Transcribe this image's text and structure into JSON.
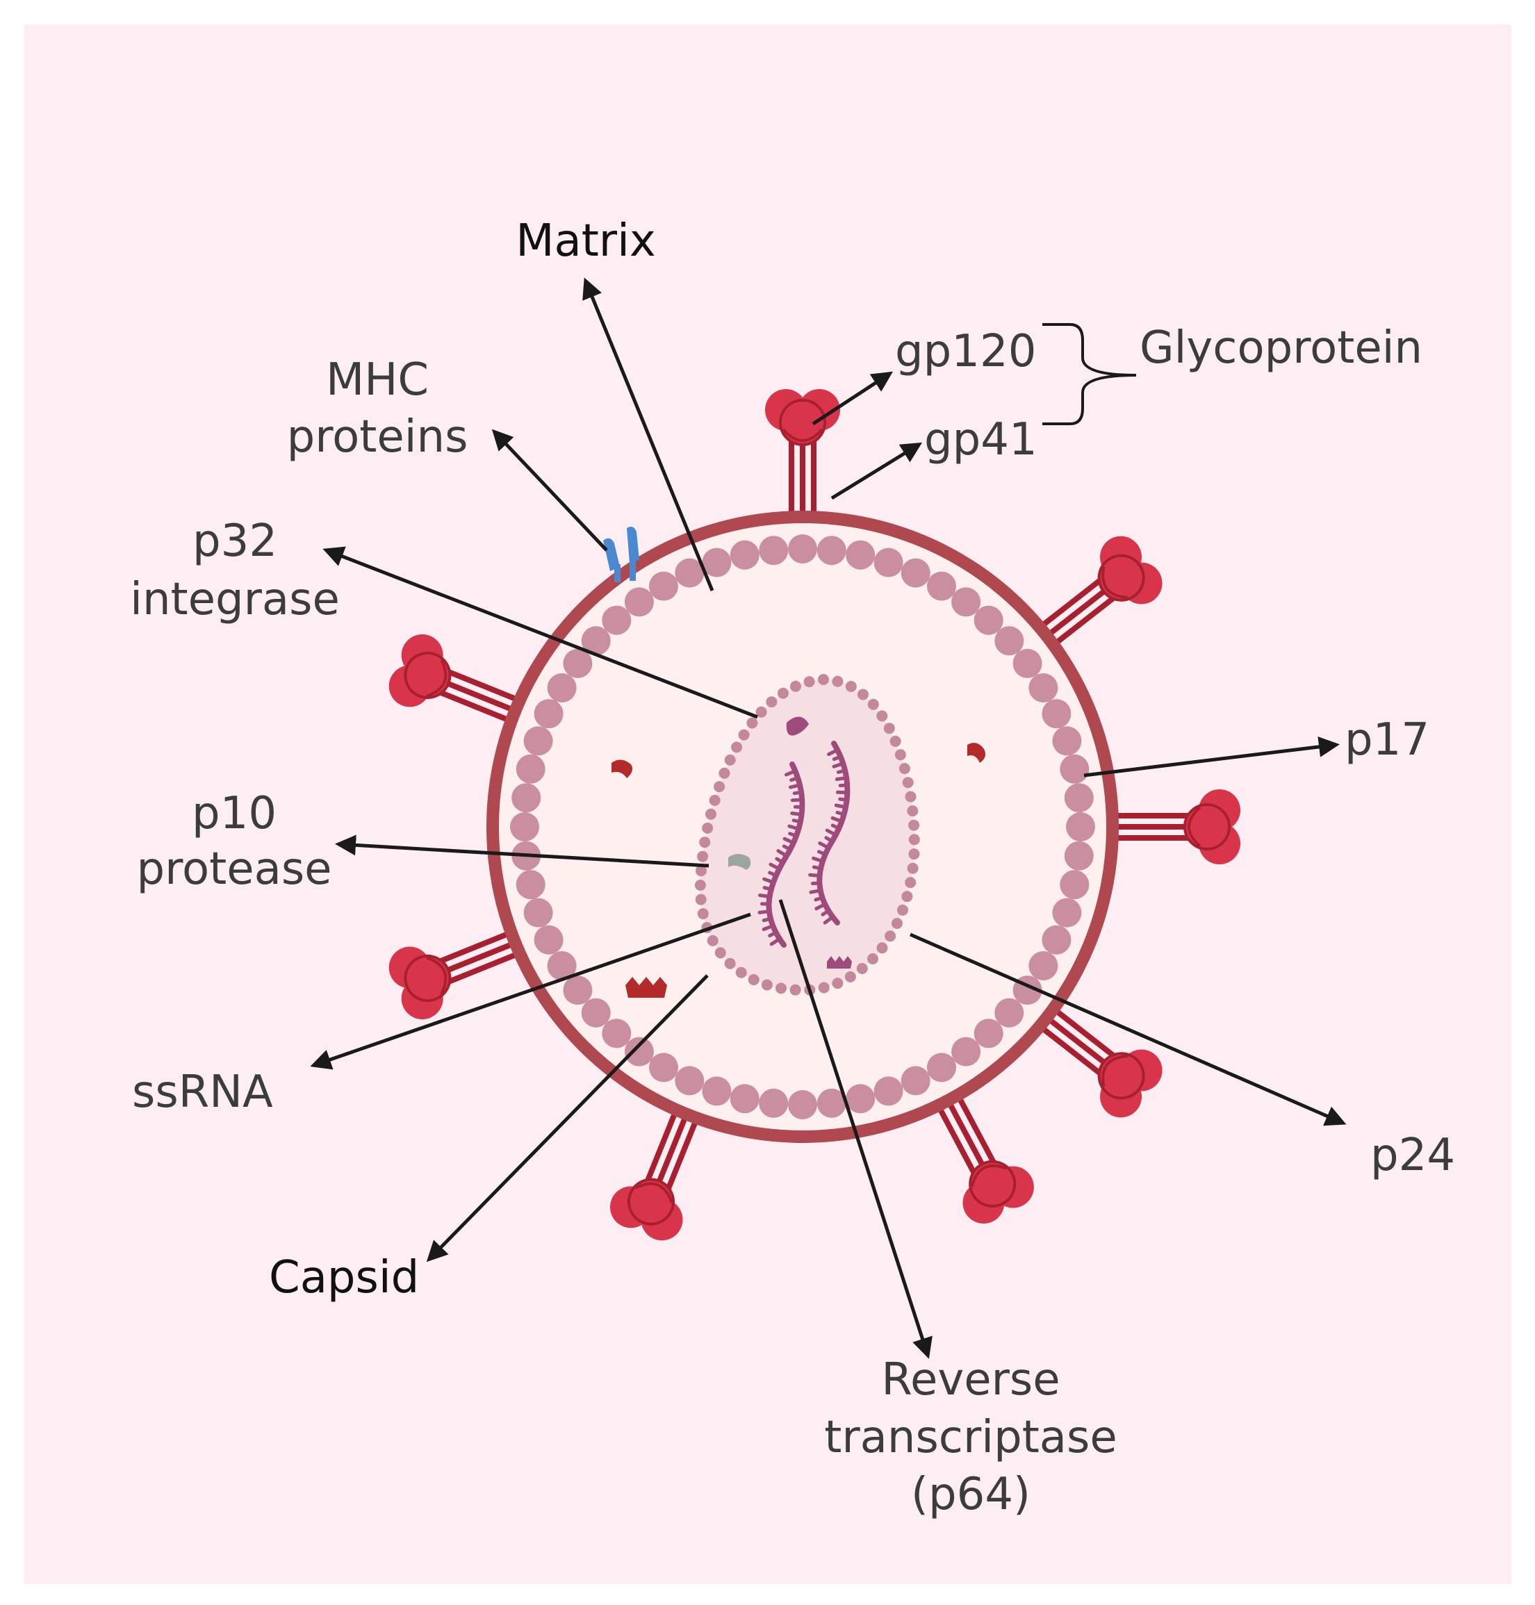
{
  "labels": {
    "matrix": "Matrix",
    "mhc_line1": "MHC",
    "mhc_line2": "proteins",
    "gp120": "gp120",
    "gp41": "gp41",
    "glycoprotein": "Glycoprotein",
    "p32_line1": "p32",
    "p32_line2": "integrase",
    "p17": "p17",
    "p10_line1": "p10",
    "p10_line2": "protease",
    "ssrna": "ssRNA",
    "p24": "p24",
    "capsid": "Capsid",
    "rt_line1": "Reverse",
    "rt_line2": "transcriptase",
    "rt_line3": "(p64)"
  },
  "colors": {
    "background": "#fdeef4",
    "envelope": "#b0484f",
    "interior": "#fdf0ee",
    "matrix_beads": "#c98ea0",
    "capsid_fill": "#f6dfe3",
    "capsid_dots": "#c4889c",
    "spike": "#d9354a",
    "spike_dark": "#a8202f",
    "mhc": "#4a88cf",
    "rna": "#9e4b7c",
    "enzyme": "#b32a2a",
    "protease": "#9aa7a0",
    "arrow": "#1a1a1a"
  }
}
